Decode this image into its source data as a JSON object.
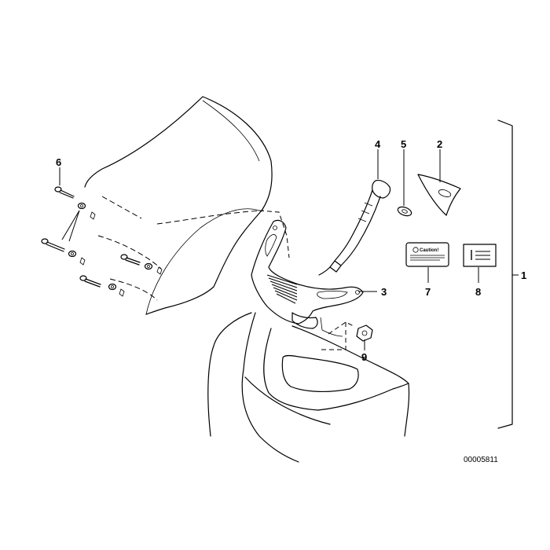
{
  "callouts": {
    "c1": "1",
    "c2": "2",
    "c3": "3",
    "c4": "4",
    "c5": "5",
    "c6": "6",
    "c7": "7",
    "c8": "8",
    "c9": "9"
  },
  "label_caution": "Caution!",
  "drawing_code": "00005811"
}
